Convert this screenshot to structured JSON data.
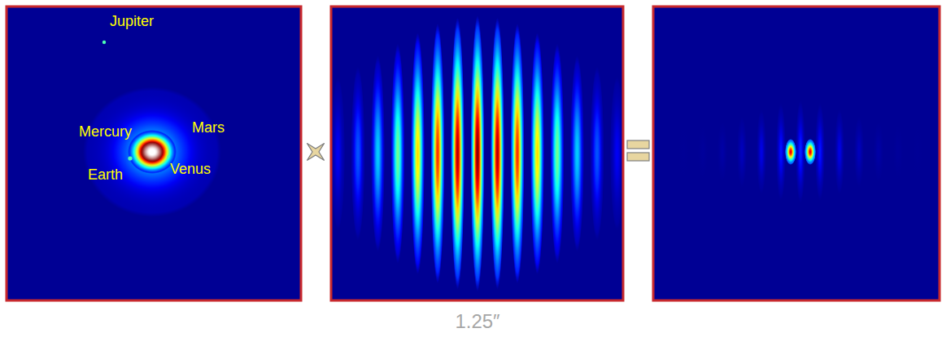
{
  "diagram": {
    "labels": [
      "Jupiter",
      "Mercury",
      "Mars",
      "Earth",
      "Venus",
      "1.25″"
    ]
  }
}
